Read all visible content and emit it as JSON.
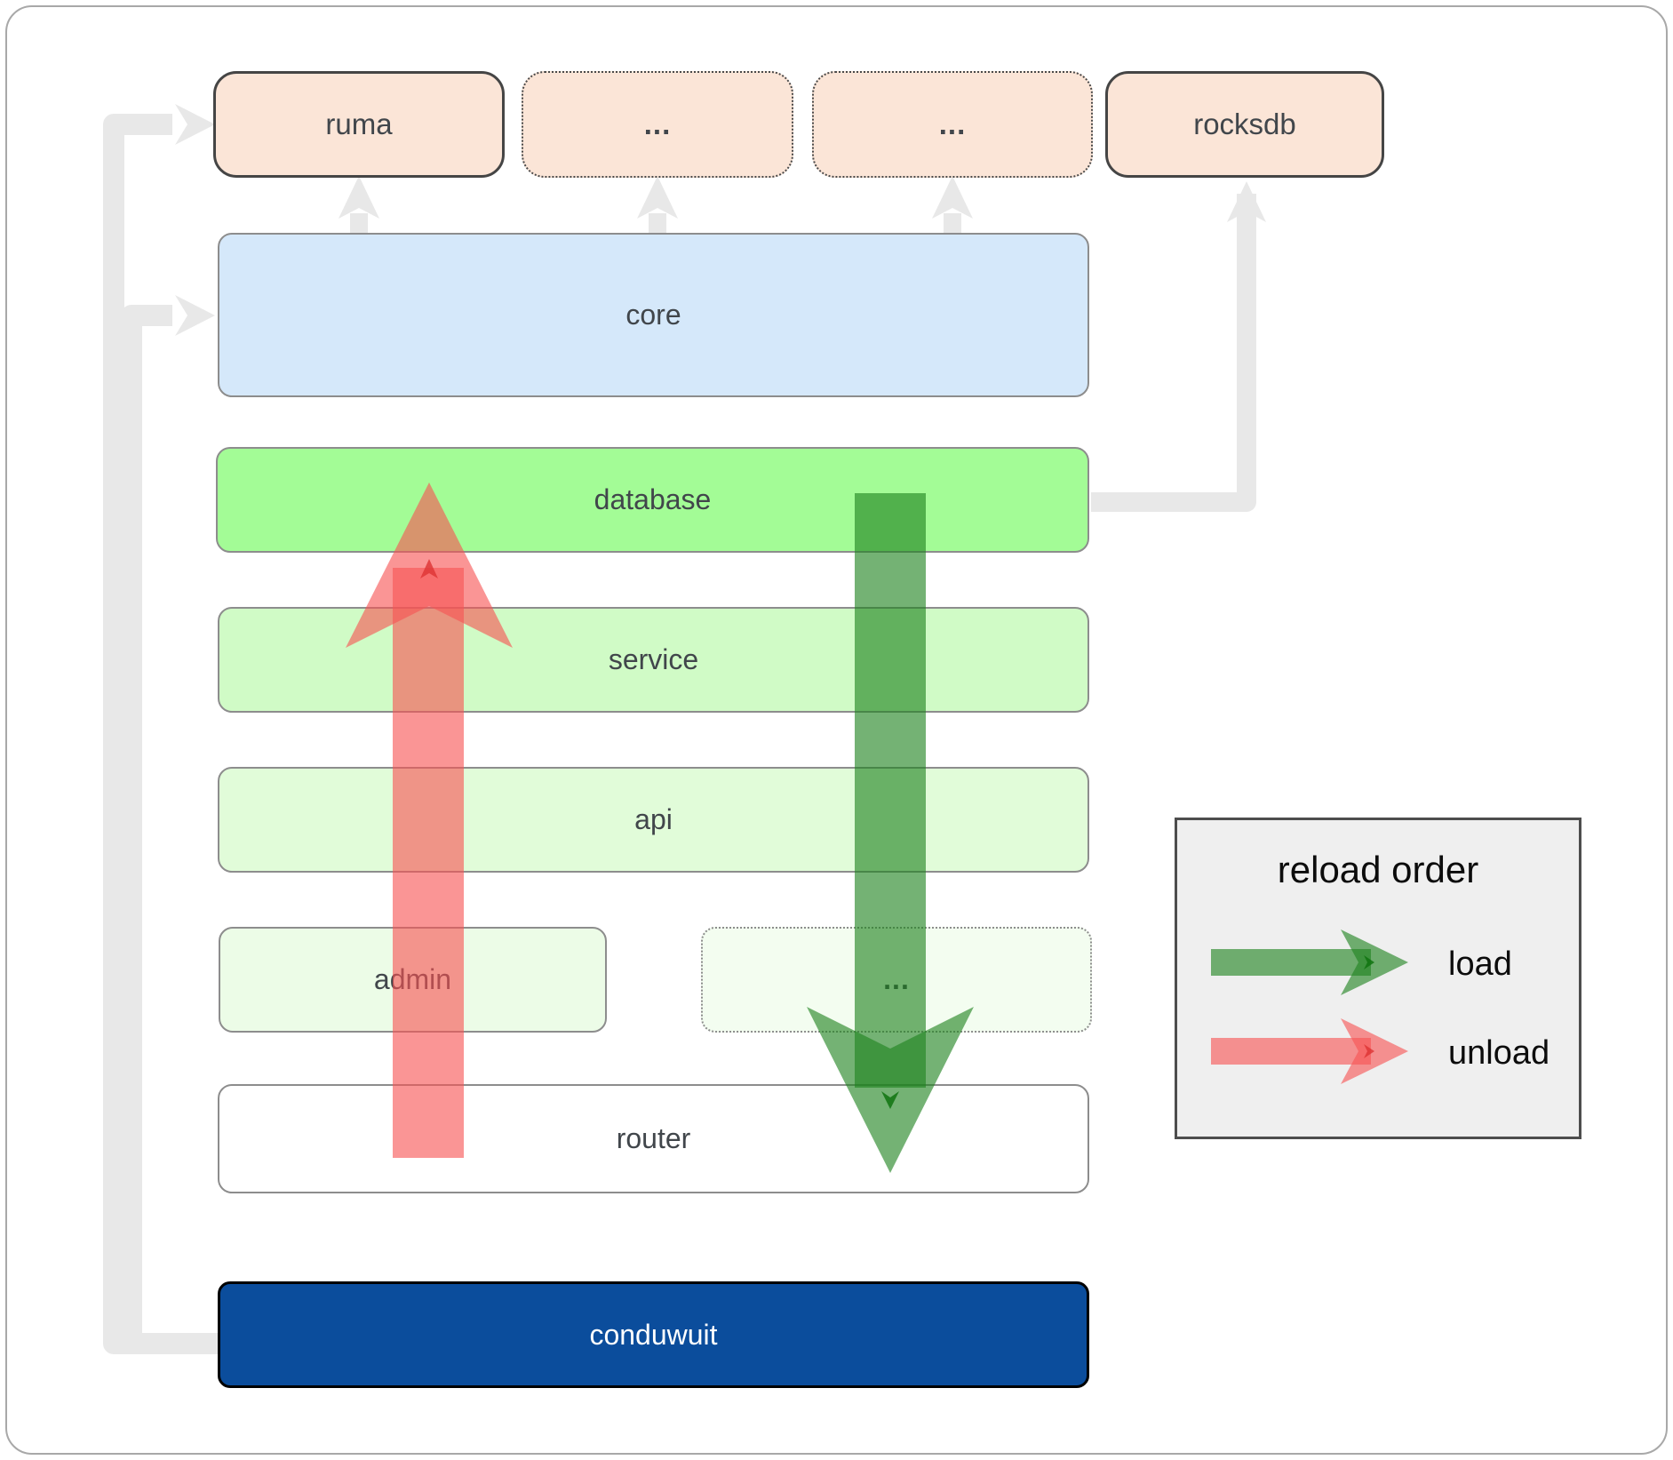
{
  "diagram": {
    "top_row": [
      {
        "label": "ruma",
        "border": "solid"
      },
      {
        "label": "...",
        "border": "dotted"
      },
      {
        "label": "...",
        "border": "dotted"
      },
      {
        "label": "rocksdb",
        "border": "solid"
      }
    ],
    "core": {
      "label": "core"
    },
    "database": {
      "label": "database"
    },
    "service": {
      "label": "service"
    },
    "api": {
      "label": "api"
    },
    "admin_row": [
      {
        "label": "admin",
        "border": "solid"
      },
      {
        "label": "...",
        "border": "dotted"
      }
    ],
    "router": {
      "label": "router"
    },
    "base": {
      "label": "conduwuit"
    }
  },
  "legend": {
    "title": "reload order",
    "items": [
      {
        "label": "load",
        "color": "#1e821e"
      },
      {
        "label": "unload",
        "color": "#f75454"
      }
    ]
  },
  "colors": {
    "load_arrow_green": "#1e821e",
    "unload_arrow_red": "#f75454",
    "connector_gray": "#e8e8e8",
    "node_peach": "#fbe5d7",
    "core_blue": "#d5e8fa",
    "database_green": "#a3fc96",
    "service_green": "#d0fbc6",
    "api_green": "#e1fcd9",
    "admin_green": "#ecfce7",
    "router_white": "#ffffff",
    "conduwuit_blue": "#0b4d9c",
    "legend_bg": "#efefef"
  }
}
